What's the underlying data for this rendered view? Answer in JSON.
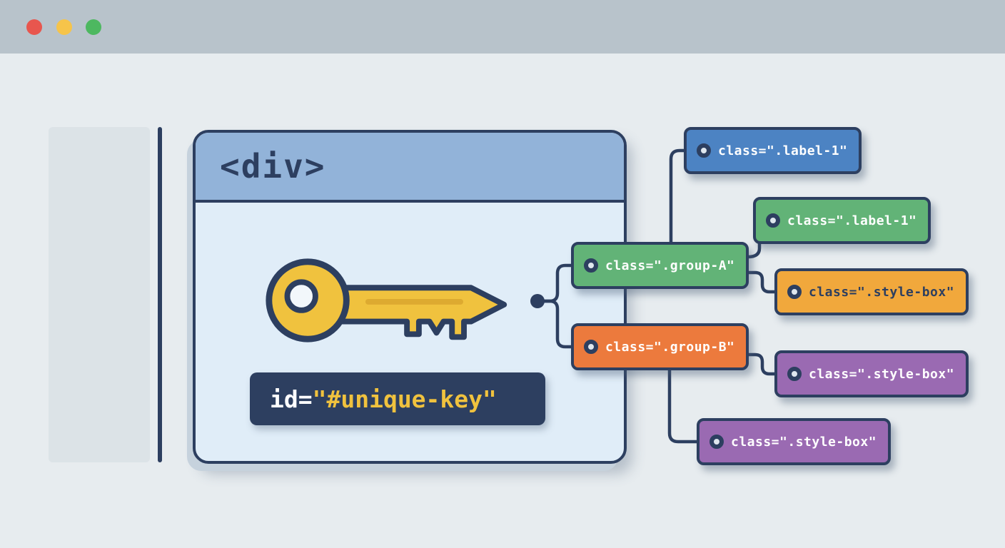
{
  "titlebar": {
    "traffic_lights": [
      {
        "name": "close",
        "color": "#e8564e"
      },
      {
        "name": "minimize",
        "color": "#f6c44a"
      },
      {
        "name": "zoom",
        "color": "#4db860"
      }
    ]
  },
  "card": {
    "tag_label": "<div>",
    "id_attribute": {
      "prefix": "id=",
      "value": "\"#unique-key\""
    }
  },
  "icons": {
    "key": "key-icon",
    "tag_eyelet": "tag-eyelet-icon"
  },
  "tags": [
    {
      "label": "class=\".label-1\"",
      "color": "#4c83c3",
      "text_color": "#ffffff"
    },
    {
      "label": "class=\".label-1\"",
      "color": "#62b377",
      "text_color": "#ffffff"
    },
    {
      "label": "class=\".group-A\"",
      "color": "#62b377",
      "text_color": "#ffffff"
    },
    {
      "label": "class=\".style-box\"",
      "color": "#f1a83c",
      "text_color": "#2d3f60"
    },
    {
      "label": "class=\".group-B\"",
      "color": "#ec7a3d",
      "text_color": "#ffffff"
    },
    {
      "label": "class=\".style-box\"",
      "color": "#9a6ab2",
      "text_color": "#ffffff"
    },
    {
      "label": "class=\".style-box\"",
      "color": "#9a6ab2",
      "text_color": "#ffffff"
    }
  ],
  "colors": {
    "background": "#e7ecef",
    "titlebar": "#b8c3cb",
    "outline": "#2d3f60",
    "card_header": "#92b3d9",
    "card_body": "#e0edf8",
    "card_back_shadow": "#c6d2dd",
    "sidebar": "#dce3e7",
    "key_body": "#f0c23e",
    "key_stripe": "#ddaa30",
    "id_box_bg": "#2d3f60",
    "id_prefix_text": "#ffffff",
    "id_value_text": "#f0c23e"
  }
}
